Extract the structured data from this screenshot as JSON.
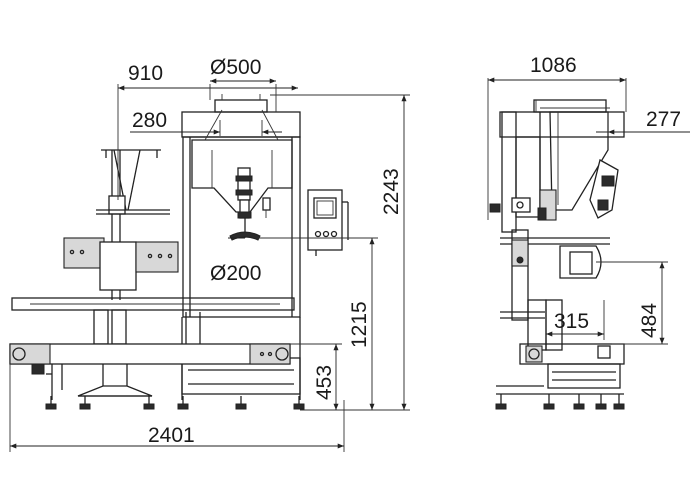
{
  "dimensions": {
    "total_width": "2401",
    "offset_910": "910",
    "inlet_diameter": "Ø500",
    "inner_280": "280",
    "outlet_diameter": "Ø200",
    "total_height": "2243",
    "outlet_height": "1215",
    "conveyor_height": "453",
    "side_width": "1086",
    "side_277": "277",
    "side_484": "484",
    "side_315": "315"
  },
  "colors": {
    "line": "#222222",
    "panel_fill": "#d8d8d8",
    "background": "#ffffff"
  }
}
